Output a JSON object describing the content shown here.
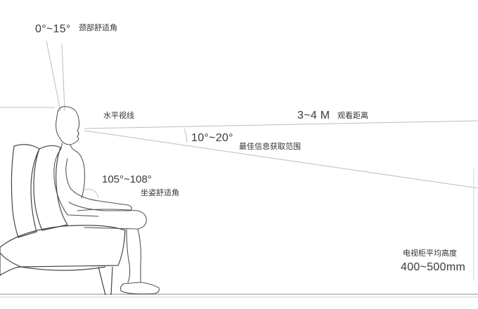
{
  "labels": {
    "neck_angle": "0°~15°",
    "neck_caption": "颈部舒适角",
    "horizontal_sightline": "水平视线",
    "viewing_distance": "3~4 M",
    "viewing_distance_caption": "观看距离",
    "vision_angle": "10°~20°",
    "vision_caption": "最佳信息获取范围",
    "seat_angle": "105°~108°",
    "seat_caption": "坐姿舒适角",
    "tv_cabinet_caption": "电视柜平均高度",
    "tv_cabinet_height": "400~500mm"
  },
  "colors": {
    "line": "#444444",
    "guide": "#b5b5b5",
    "text": "#3a3a3a"
  }
}
